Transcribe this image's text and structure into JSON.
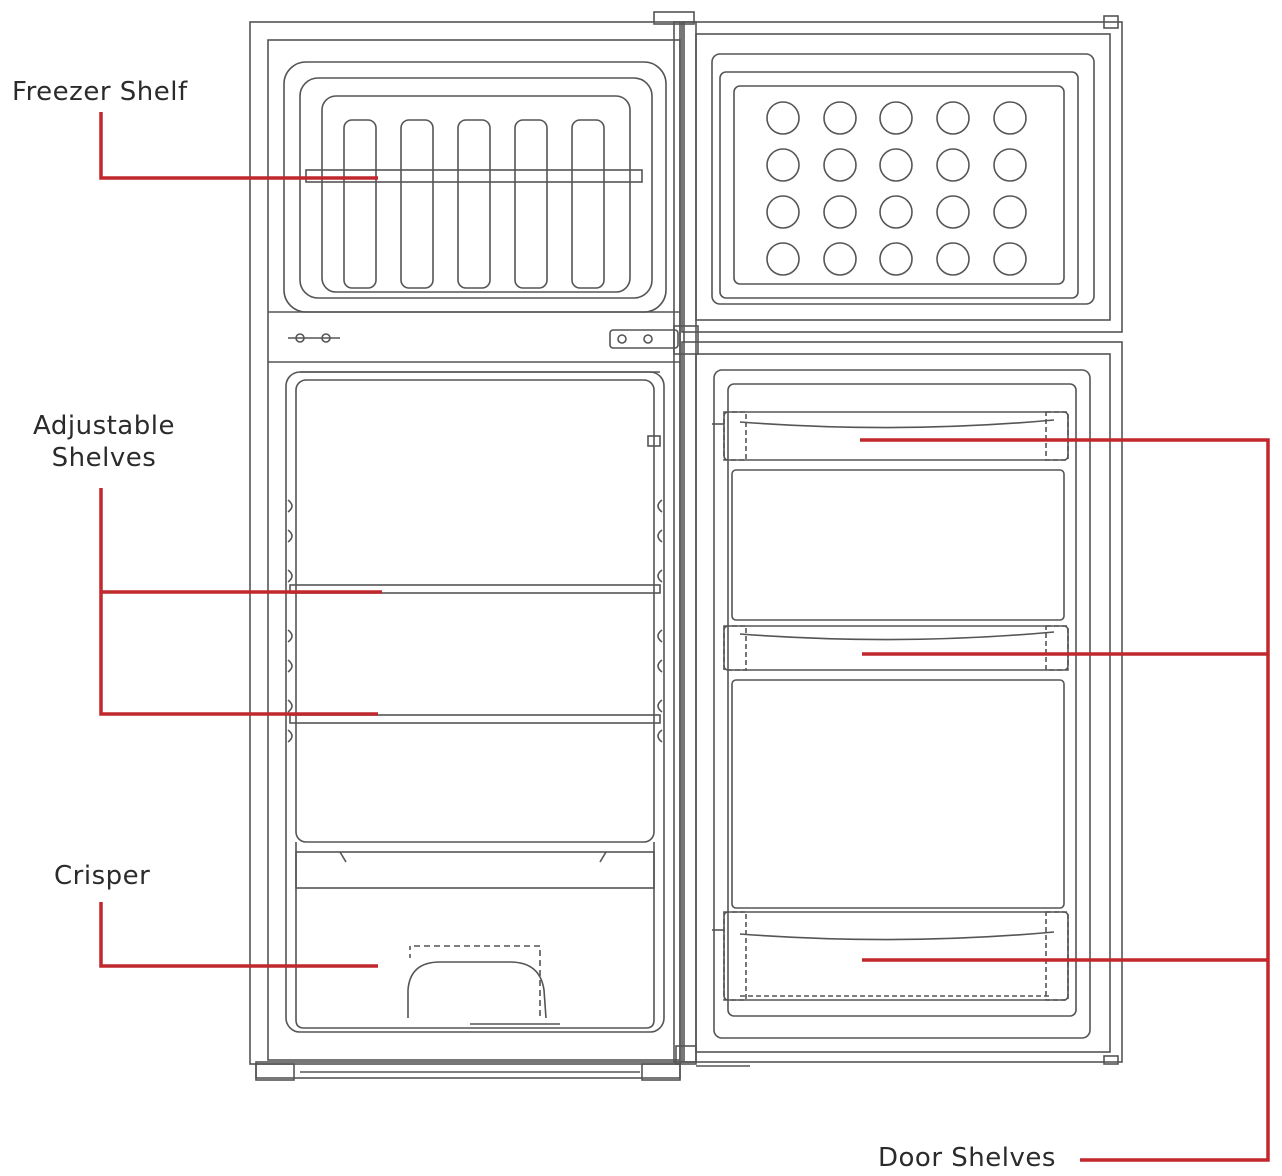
{
  "labels": {
    "freezer_shelf": "Freezer Shelf",
    "adjustable_shelves_line1": "Adjustable",
    "adjustable_shelves_line2": "Shelves",
    "crisper": "Crisper",
    "door_shelves": "Door Shelves"
  },
  "colors": {
    "leader": "#c0282d",
    "outline": "#555555",
    "text": "#2b2b2b"
  },
  "icons": {
    "ice_tray_holes": "circle-icon"
  }
}
